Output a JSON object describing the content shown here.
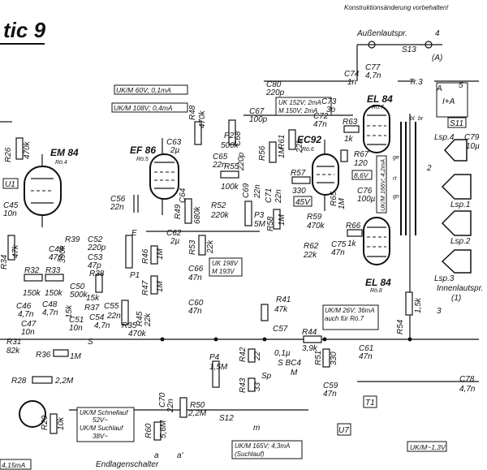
{
  "header": {
    "title_fragment": "tic 9",
    "notice": "Konstruktionsänderung vorbehalten!"
  },
  "tubes": [
    {
      "id": "em84",
      "name": "EM 84",
      "ref": "Rö.4"
    },
    {
      "id": "ef86",
      "name": "EF 86",
      "ref": "Rö.5"
    },
    {
      "id": "ec92",
      "name": "EC92",
      "ref": "Rö.6"
    },
    {
      "id": "el84a",
      "name": "EL 84",
      "ref": "Rö.7"
    },
    {
      "id": "el84b",
      "name": "EL 84",
      "ref": "Rö.8"
    }
  ],
  "voltage_notes": {
    "ef86_anode": "UK/M 60V; 0,1mA",
    "ef86_screen": "UK/M 108V; 0,4mA",
    "ec92": "UK 152V; 2mA\nM 150V; 2mA",
    "r53": "UK 198V\nM 193V",
    "el84": "UK/M 26V; 36mA\nauch für Rö.7",
    "cathode_45v": "45V",
    "bias_86v": "8,6V",
    "bias_166v": "UK/M 166V; 4,2mA",
    "suchlauf": "UK/M 165V; 4,3mA\n(Suchlauf)",
    "schnelllauf": "UK/M Schnellauf\n52V~\nUK/M Suchlauf\n38V~",
    "bottom_left": "4,15mA",
    "bottom_right": "UK/M~1,3V"
  },
  "labels": {
    "aussen": "Außenlautspr.",
    "innen": "Innenlautspr.",
    "innen_num": "(1)",
    "endlagen": "Endlagenschalter",
    "s13": "S13",
    "s11": "S11",
    "s12": "S12",
    "s": "S",
    "sbc4": "S BC4",
    "t1": "T1",
    "u7": "U7",
    "u1": "U1",
    "tr3": "Tr.3",
    "p1": "P1",
    "p2": "P2",
    "p3": "P3",
    "p4": "P4",
    "m_out": "m",
    "a_out": "a",
    "a2_out": "a'"
  },
  "speakers": [
    {
      "id": "lsp4",
      "label": "Lsp.4"
    },
    {
      "id": "lsp1",
      "label": "Lsp.1"
    },
    {
      "id": "lsp2",
      "label": "Lsp.2"
    },
    {
      "id": "lsp3",
      "label": "Lsp.3"
    }
  ],
  "components": {
    "R26": "470k",
    "R28": "2,2M",
    "R29": "10k",
    "R31": "82k",
    "R32": "150k",
    "R33": "150k",
    "R34": "47k",
    "R35": "470k",
    "R36": "1M",
    "R37": "15k",
    "R38": "15k",
    "R39": "390k",
    "R41": "47k",
    "R42": "22",
    "R43": "33",
    "R44": "3,9k",
    "R45": "22k",
    "R46": "1M",
    "R47": "1M",
    "R48": "470k",
    "R49": "680k",
    "R50": "2,2M",
    "R51": "330",
    "R52": "220k",
    "R53": "22k",
    "R54": "1,5k",
    "R55": "100k",
    "R56": "1M",
    "R57": "330",
    "R58": "1M",
    "R59": "470k",
    "R60": "5,6M",
    "R61": "22k",
    "R62": "22k",
    "R63": "1k",
    "R65": "1M",
    "R66": "1k",
    "R67": "120",
    "C45": "10n",
    "C46": "4,7n",
    "C47": "10n",
    "C48": "4,7n",
    "C49": "47p",
    "C50": "500k",
    "C51": "10n",
    "C52": "220p",
    "C53": "47p",
    "C54": "4,7n",
    "C55": "22n",
    "C56": "22n",
    "C57": "0,1µ",
    "C59": "47n",
    "C60": "47n",
    "C61": "47n",
    "C62": "2µ",
    "C63": "2µ",
    "C64": "22n",
    "C65": "22n",
    "C66": "47n",
    "C67": "100p",
    "C68": "220p",
    "C69": "22n",
    "C70": "22n",
    "C71": "22n",
    "C72": "47n",
    "C73": "3p",
    "C74": "1n",
    "C75": "47n",
    "C76": "100µ",
    "C77": "4,7n",
    "C78": "4,7n",
    "C79": "10µ",
    "C80": "220p",
    "P2": "500k",
    "P3": "5M",
    "P4": "1,5M"
  }
}
